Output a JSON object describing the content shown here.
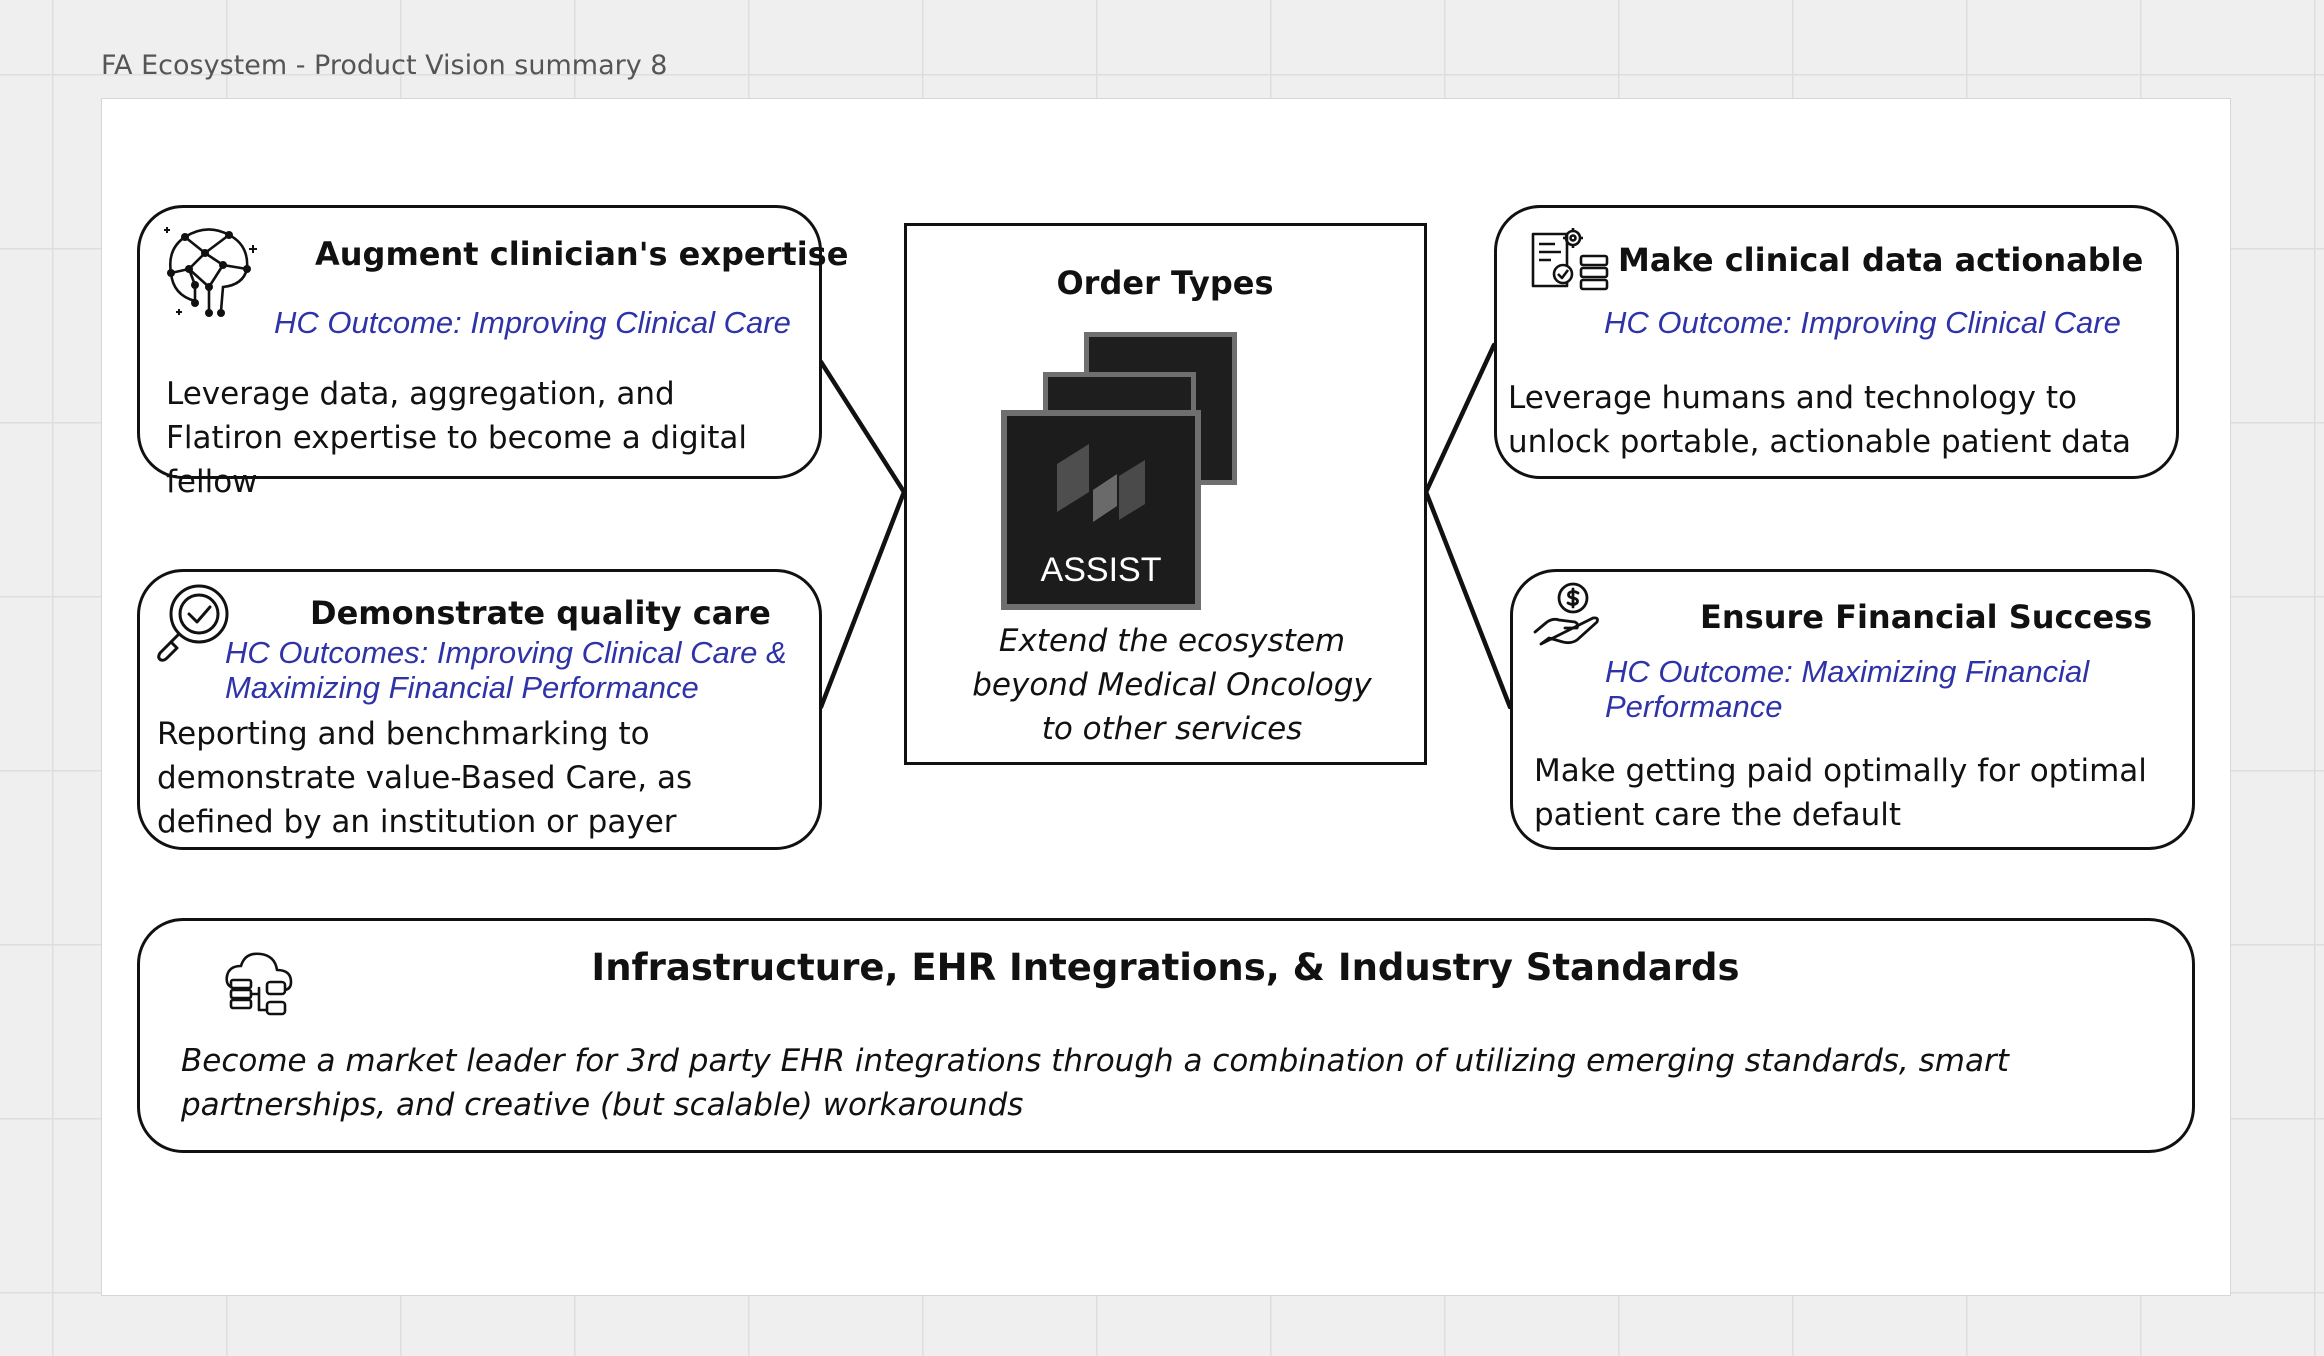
{
  "frame": {
    "title": "FA Ecosystem - Product Vision summary 8"
  },
  "cards": {
    "augment": {
      "title": "Augment clinician's expertise",
      "outcome": "HC Outcome: Improving Clinical Care",
      "description": "Leverage data, aggregation, and Flatiron expertise to become a digital fellow",
      "icon": "brain-network-icon"
    },
    "quality": {
      "title": "Demonstrate quality care",
      "outcome": "HC Outcomes: Improving Clinical Care & Maximizing Financial Performance",
      "description": "Reporting and benchmarking to demonstrate value-Based Care, as defined by an institution or payer",
      "icon": "magnifier-check-icon"
    },
    "actionable": {
      "title": "Make clinical data actionable",
      "outcome": "HC Outcome: Improving Clinical Care",
      "description": "Leverage humans and technology to unlock portable, actionable patient data",
      "icon": "data-settings-icon"
    },
    "financial": {
      "title": "Ensure Financial Success",
      "outcome": "HC Outcome: Maximizing Financial Performance",
      "description": "Make getting paid optimally for optimal patient care the default",
      "icon": "hand-coin-icon"
    },
    "infrastructure": {
      "title": "Infrastructure, EHR Integrations, & Industry Standards",
      "description": "Become a market leader for 3rd party EHR integrations through a combination of utilizing emerging standards, smart partnerships, and creative (but scalable) workarounds",
      "icon": "cloud-database-icon"
    }
  },
  "center": {
    "title": "Order Types",
    "card_label": "ASSIST",
    "caption": "Extend the ecosystem beyond Medical Oncology to other services"
  },
  "colors": {
    "outcome_text": "#2f33a8",
    "border": "#111111",
    "canvas": "#efefef",
    "assist_card": "#1c1c1c"
  }
}
